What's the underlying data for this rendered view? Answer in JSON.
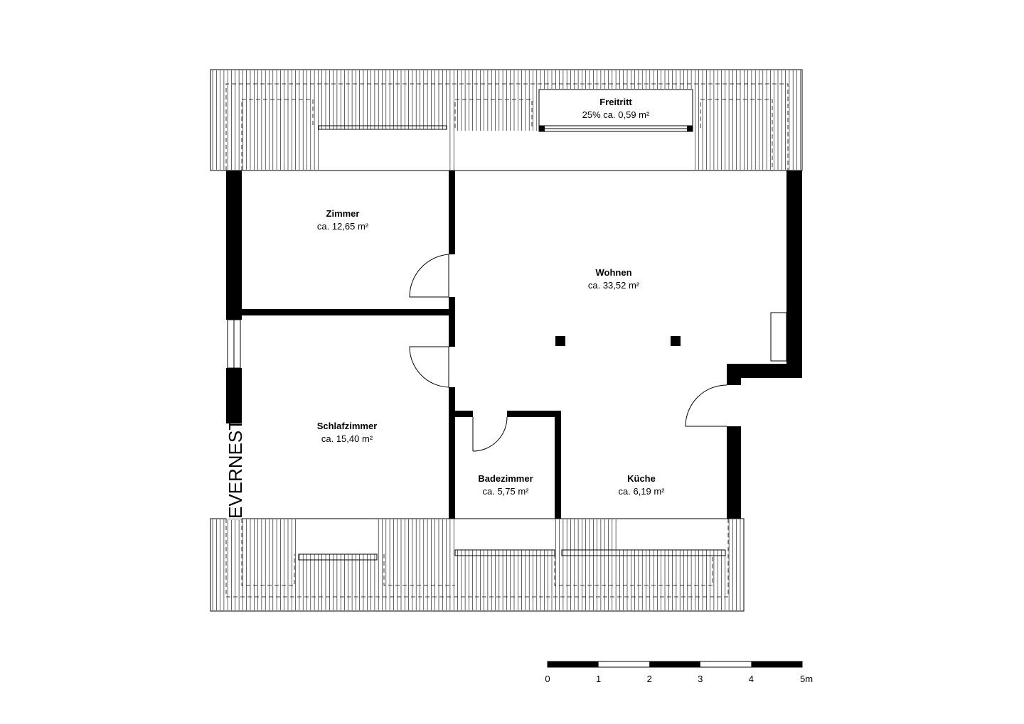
{
  "rooms": [
    {
      "name": "Freitritt",
      "area": "25% ca. 0,59 m²"
    },
    {
      "name": "Zimmer",
      "area": "ca. 12,65 m²"
    },
    {
      "name": "Wohnen",
      "area": "ca. 33,52 m²"
    },
    {
      "name": "Schlafzimmer",
      "area": "ca. 15,40 m²"
    },
    {
      "name": "Badezimmer",
      "area": "ca. 5,75 m²"
    },
    {
      "name": "Küche",
      "area": "ca. 6,19 m²"
    }
  ],
  "brand": "EVERNEST",
  "scale": {
    "labels": [
      "0",
      "1",
      "2",
      "3",
      "4",
      "5m"
    ]
  }
}
